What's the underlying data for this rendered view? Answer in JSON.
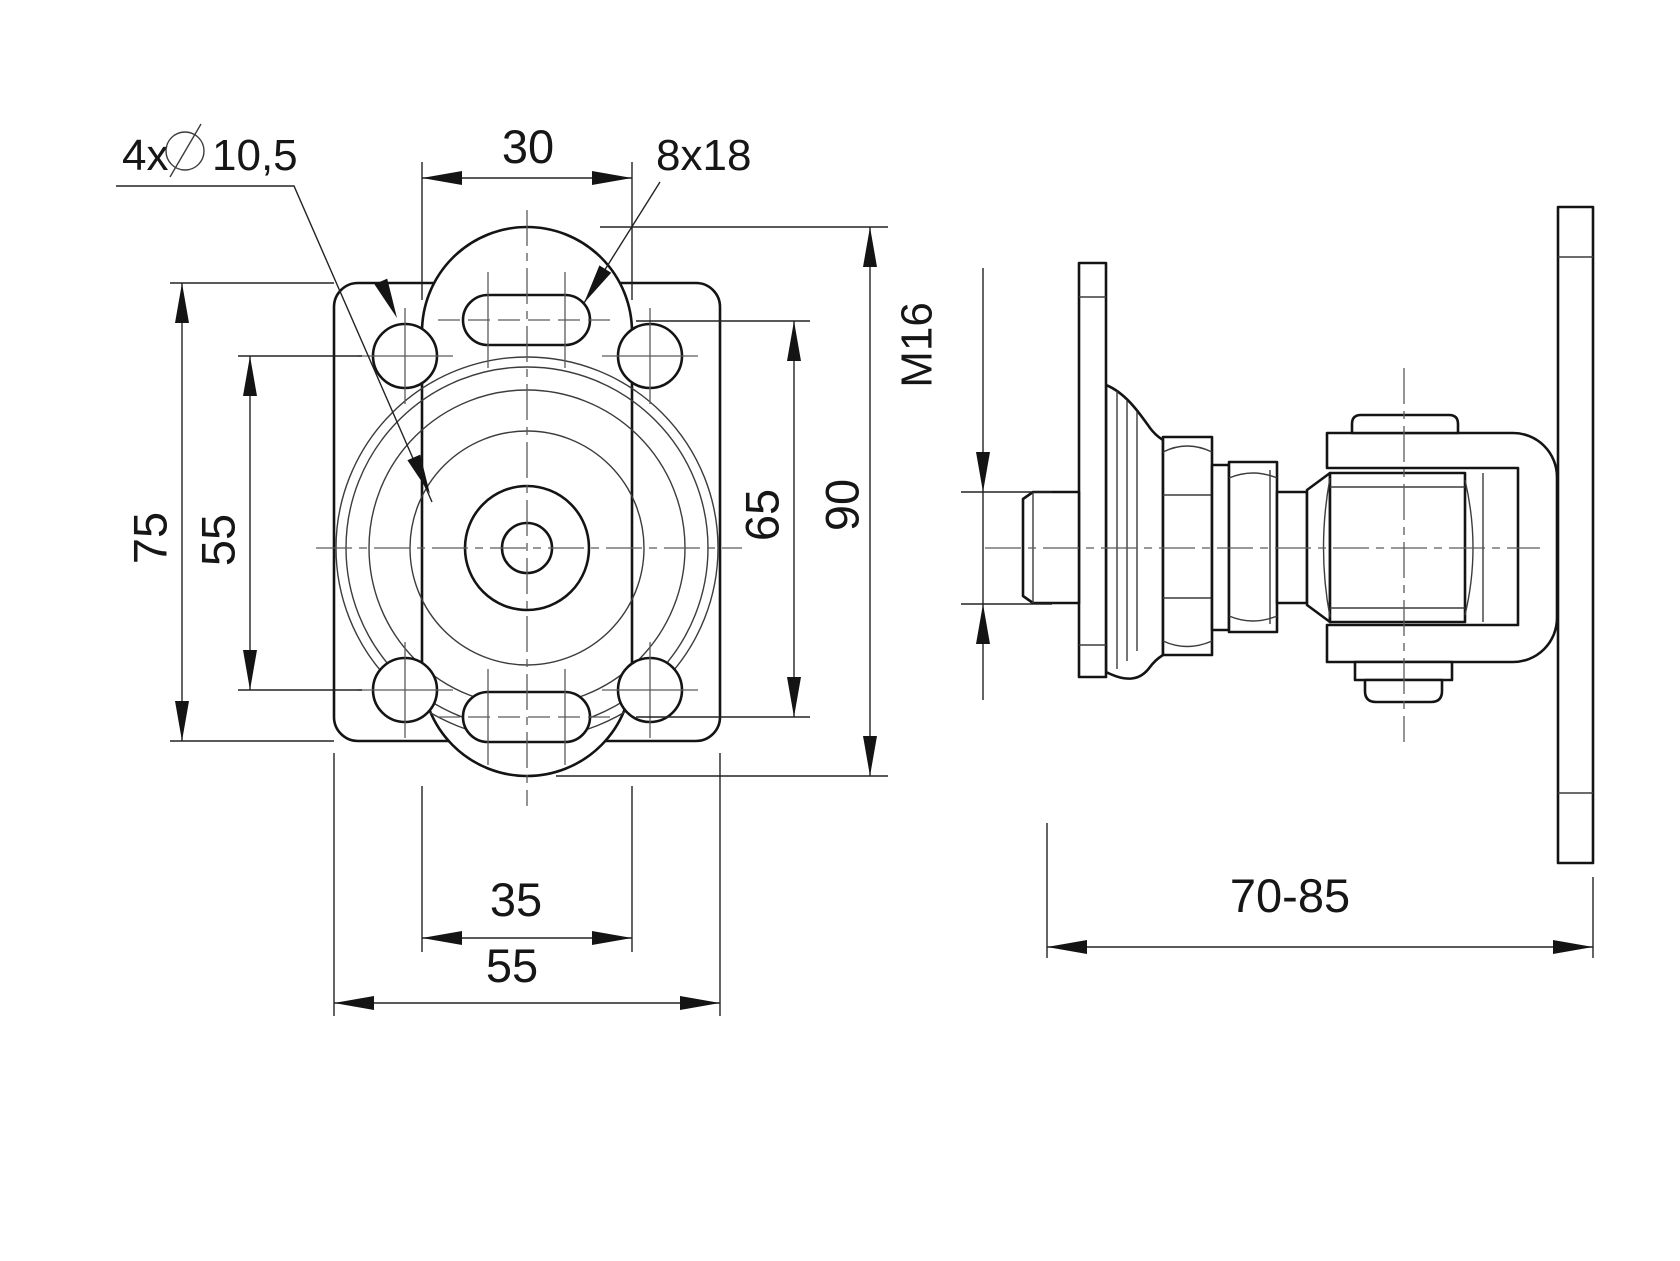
{
  "drawing": {
    "front_view": {
      "dim_top_strap_width": "30",
      "slot_label": "8x18",
      "holes_label_prefix": "4x",
      "holes_label_value": "10,5",
      "dim_plate_height": "75",
      "dim_hole_spacing_vertical": "55",
      "dim_slot_spacing_vertical": "65",
      "dim_strap_height": "90",
      "dim_strap_width_bottom": "35",
      "dim_plate_width_bottom": "55"
    },
    "side_view": {
      "thread_label": "M16",
      "dim_depth_range": "70-85"
    },
    "colors": {
      "line": "#141414",
      "background": "#ffffff"
    }
  }
}
